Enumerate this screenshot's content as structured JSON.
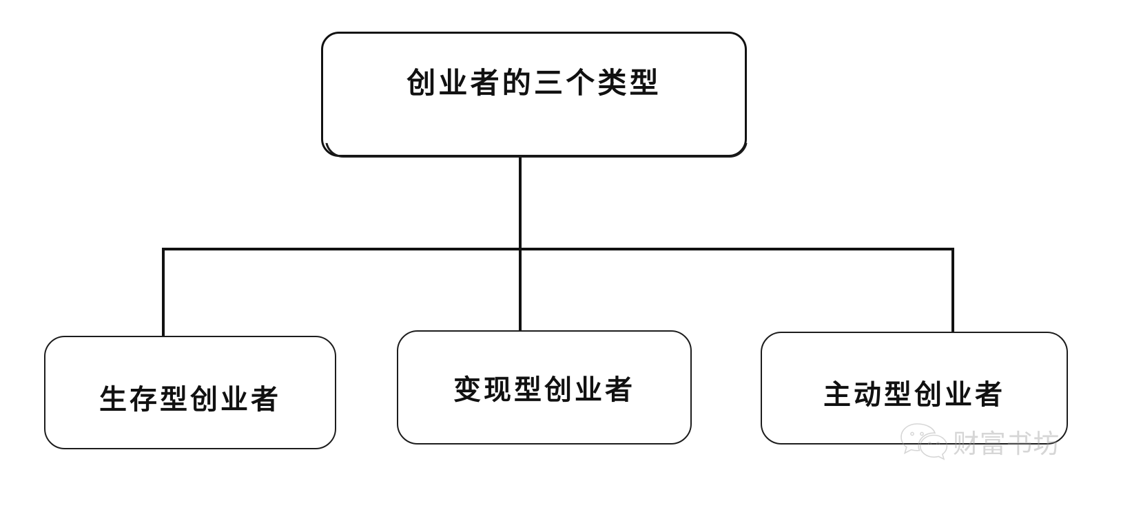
{
  "diagram": {
    "title": "创业者的三个类型",
    "type": "org-chart",
    "orientation": "top-down",
    "background_color": "#ffffff",
    "line_color": "#111111",
    "text_color": "#111111",
    "root": {
      "label": "创业者的三个类型"
    },
    "children": [
      {
        "label": "生存型创业者"
      },
      {
        "label": "变现型创业者"
      },
      {
        "label": "主动型创业者"
      }
    ]
  },
  "watermark": {
    "text": "财富书坊",
    "icon": "wechat-icon",
    "color": "#9a9a9a"
  }
}
